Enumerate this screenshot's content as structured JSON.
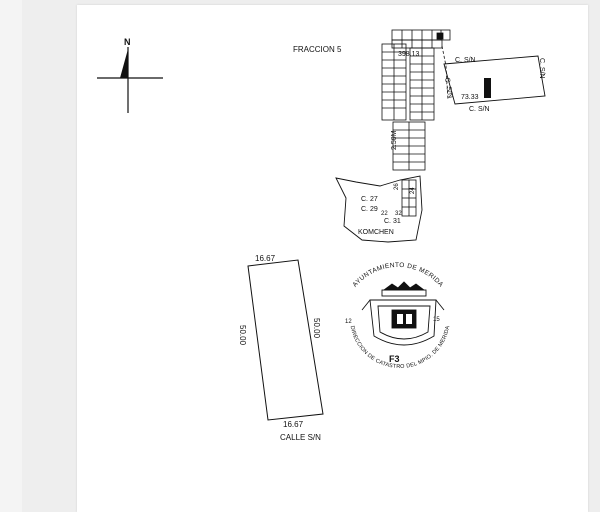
{
  "north": {
    "letter": "N"
  },
  "fraccion": {
    "title": "FRACCION 5",
    "measure_top": "398.13",
    "measure_right": "73.33",
    "measure_mid": "2.50M"
  },
  "streets": {
    "sn_top": "C. S/N",
    "sn_right": "C. S/N",
    "sn_left_vertical": "C. S/N",
    "sn_bottom": "C. S/N",
    "c27": "C. 27",
    "c29": "C. 29",
    "c31": "C. 31",
    "n26": "26",
    "n24": "24",
    "n22": "22",
    "n32": "32"
  },
  "town": {
    "name": "KOMCHEN"
  },
  "lot": {
    "width_top": "16.67",
    "width_bottom": "16.67",
    "depth_left": "50.00",
    "depth_right": "50.00",
    "street": "CALLE S/N"
  },
  "seal": {
    "arc_top": "AYUNTAMIENTO DE MERIDA",
    "arc_bottom": "DIRECCION DE CATASTRO DEL MPIO. DE MERIDA",
    "num_left": "12",
    "num_right": "15",
    "code": "F3"
  }
}
